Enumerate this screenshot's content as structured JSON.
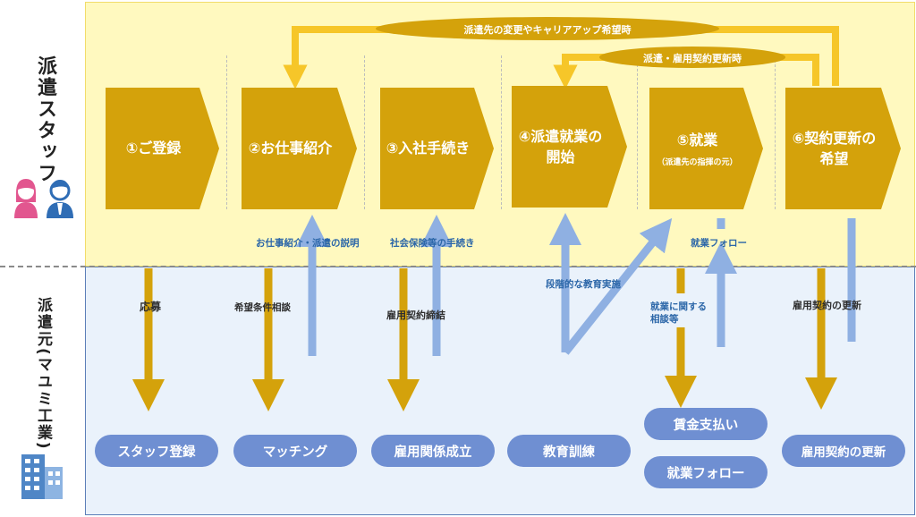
{
  "rows": {
    "staff": "派遣スタッフ",
    "company": "派遣元(マユミ工業)"
  },
  "colors": {
    "gold": "#d4a20b",
    "blue_arrow": "#8fb0e2",
    "pill": "#6f8fd2",
    "top_band": "#fff9bf",
    "bottom_band": "#eaf2fb"
  },
  "steps": [
    {
      "title": "①ご登録",
      "sub": ""
    },
    {
      "title": "②お仕事紹介",
      "sub": ""
    },
    {
      "title": "③入社手続き",
      "sub": ""
    },
    {
      "title": "④派遣就業の\n開始",
      "sub": ""
    },
    {
      "title": "⑤就業",
      "sub": "（派遣先の指揮の元）"
    },
    {
      "title": "⑥契約更新の\n希望",
      "sub": ""
    }
  ],
  "loops": {
    "outer": "派遣先の変更やキャリアアップ希望時",
    "inner": "派遣・雇用契約更新時"
  },
  "flow_labels": {
    "apply": "応募",
    "job_intro": "お仕事紹介・派遣の説明",
    "conditions": "希望条件相談",
    "insurance": "社会保険等の手続き",
    "contract": "雇用契約締結",
    "education": "段階的な教育実施",
    "consult": "就業に関する\n相談等",
    "follow_up": "就業フォロー",
    "renewal": "雇用契約の更新"
  },
  "services": [
    "スタッフ登録",
    "マッチング",
    "雇用関係成立",
    "教育訓練",
    "賃金支払い",
    "就業フォロー",
    "雇用契約の更新"
  ]
}
